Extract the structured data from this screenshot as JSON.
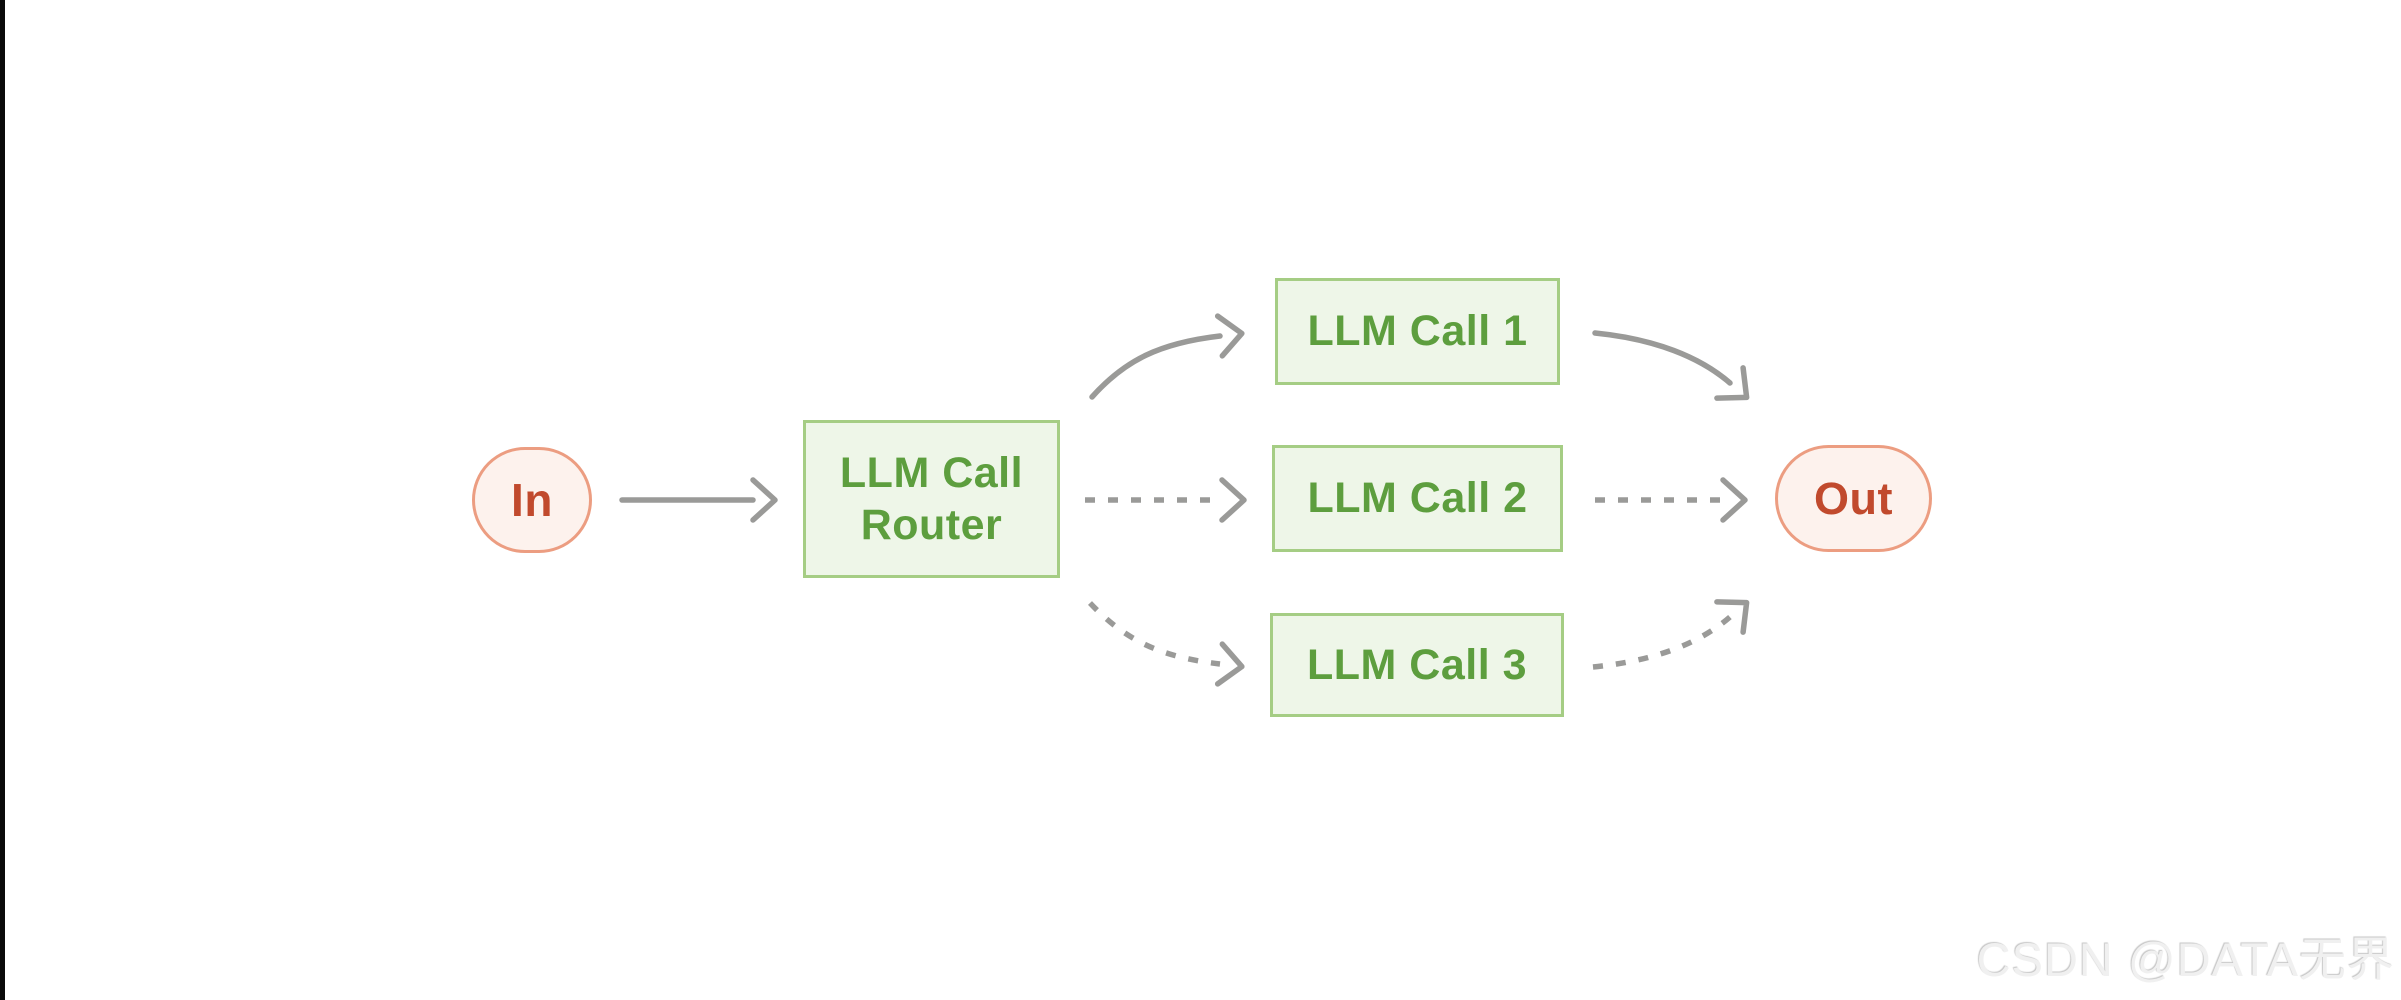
{
  "diagram": {
    "kind": "llm-routing-workflow",
    "nodes": {
      "in": {
        "label": "In",
        "shape": "pill",
        "role": "input"
      },
      "router": {
        "label": "LLM Call Router",
        "shape": "box",
        "role": "router"
      },
      "call1": {
        "label": "LLM Call 1",
        "shape": "box",
        "role": "llm-call"
      },
      "call2": {
        "label": "LLM Call 2",
        "shape": "box",
        "role": "llm-call"
      },
      "call3": {
        "label": "LLM Call 3",
        "shape": "box",
        "role": "llm-call"
      },
      "out": {
        "label": "Out",
        "shape": "pill",
        "role": "output"
      }
    },
    "edges": [
      {
        "from": "in",
        "to": "router",
        "style": "solid"
      },
      {
        "from": "router",
        "to": "call1",
        "style": "solid"
      },
      {
        "from": "router",
        "to": "call2",
        "style": "dashed"
      },
      {
        "from": "router",
        "to": "call3",
        "style": "dashed"
      },
      {
        "from": "call1",
        "to": "out",
        "style": "solid"
      },
      {
        "from": "call2",
        "to": "out",
        "style": "dashed"
      },
      {
        "from": "call3",
        "to": "out",
        "style": "dashed"
      }
    ],
    "colors": {
      "box_fill": "#eef6e8",
      "box_border": "#a5cd84",
      "box_text": "#5d9e3e",
      "pill_fill": "#fdf2ed",
      "pill_border": "#ec9d81",
      "pill_text": "#c14a2d",
      "arrow": "#9a9a98",
      "background": "#ffffff",
      "left_strip": "#0a0a0a"
    }
  },
  "watermark": {
    "text": "CSDN @DATA无界"
  }
}
